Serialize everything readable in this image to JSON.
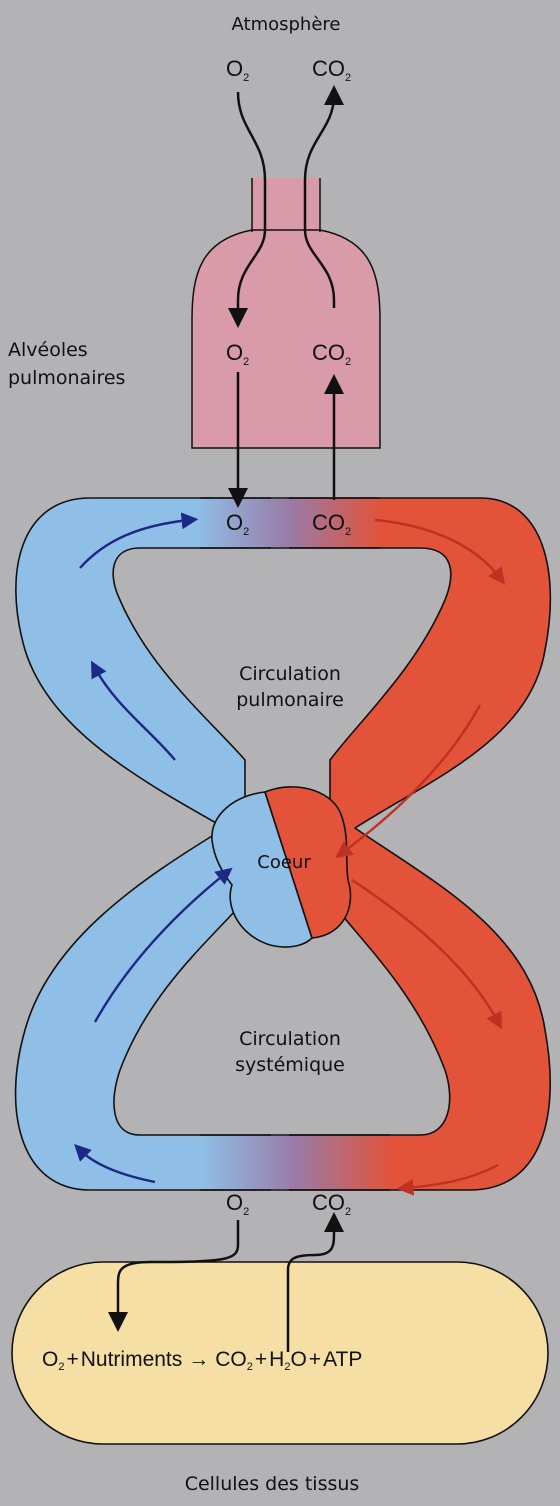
{
  "labels": {
    "atmosphere": "Atmosphère",
    "alveoles_line1": "Alvéoles",
    "alveoles_line2": "pulmonaires",
    "pulmonary_line1": "Circulation",
    "pulmonary_line2": "pulmonaire",
    "heart": "Coeur",
    "systemic_line1": "Circulation",
    "systemic_line2": "systémique",
    "cells": "Cellules des tissus"
  },
  "gases": {
    "o2": "O",
    "co2": "CO",
    "subscript": "2"
  },
  "reaction": {
    "o2": "O",
    "sub2": "2",
    "plus": "+",
    "nutrients": "Nutriments",
    "arrow": "→",
    "co2": "CO",
    "h2": "H",
    "o": "O",
    "atp": "ATP"
  },
  "colors": {
    "background": "#b3b3b5",
    "alveoli": "#d99aaa",
    "deoxygenated": "#8fbfe6",
    "oxygenated": "#e2533a",
    "cells": "#f6dfa5",
    "arrow_blue": "#1c2a86",
    "arrow_red": "#bf3120"
  }
}
